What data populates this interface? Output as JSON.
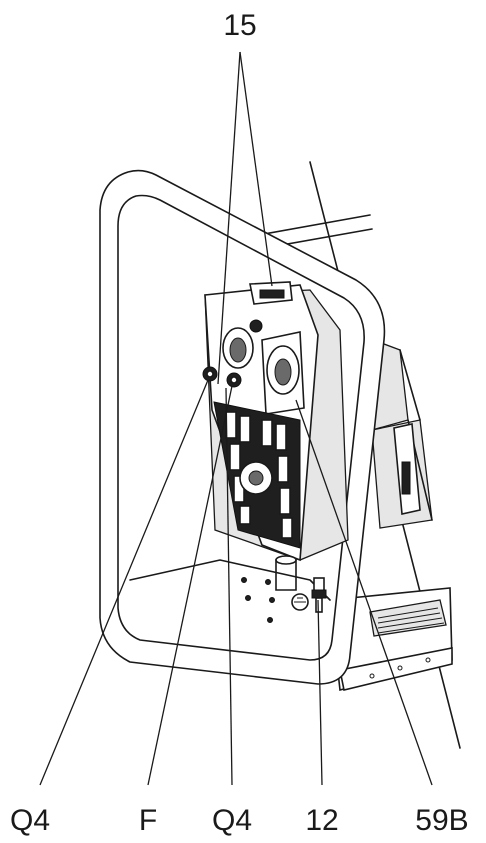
{
  "callouts": {
    "top": "15",
    "bottom": [
      "Q4",
      "F",
      "Q4",
      "12",
      "59B"
    ]
  }
}
